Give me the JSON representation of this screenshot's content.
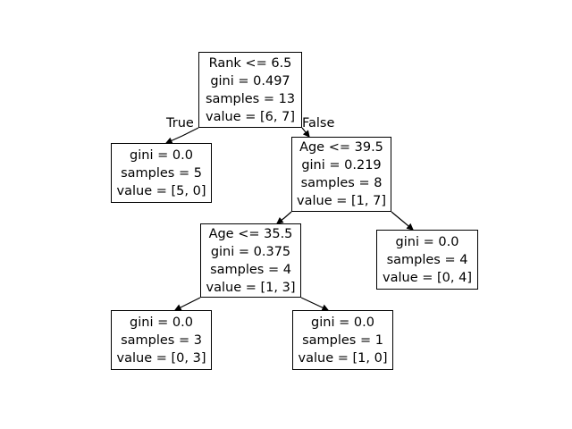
{
  "figure": {
    "type": "decision-tree",
    "background_color": "#ffffff",
    "node_border_color": "#000000",
    "node_fill_color": "#ffffff",
    "text_color": "#000000"
  },
  "edge_labels": {
    "true_label": "True",
    "false_label": "False"
  },
  "chart_data": {
    "type": "diagram",
    "title": "",
    "criterion": "gini",
    "classes": 2,
    "total_samples": 13,
    "features": [
      "Rank",
      "Age"
    ],
    "nodes": [
      {
        "id": "root",
        "kind": "split",
        "condition": "Rank <= 6.5",
        "gini": "gini = 0.497",
        "samples": "samples = 13",
        "value": "value = [6, 7]",
        "gini_value": 0.497,
        "samples_value": 13,
        "value_counts": [
          6,
          7
        ]
      },
      {
        "id": "left",
        "kind": "leaf",
        "condition": "",
        "gini": "gini = 0.0",
        "samples": "samples = 5",
        "value": "value = [5, 0]",
        "gini_value": 0.0,
        "samples_value": 5,
        "value_counts": [
          5,
          0
        ]
      },
      {
        "id": "right",
        "kind": "split",
        "condition": "Age <= 39.5",
        "gini": "gini = 0.219",
        "samples": "samples = 8",
        "value": "value = [1, 7]",
        "gini_value": 0.219,
        "samples_value": 8,
        "value_counts": [
          1,
          7
        ]
      },
      {
        "id": "mid",
        "kind": "split",
        "condition": "Age <= 35.5",
        "gini": "gini = 0.375",
        "samples": "samples = 4",
        "value": "value = [1, 3]",
        "gini_value": 0.375,
        "samples_value": 4,
        "value_counts": [
          1,
          3
        ]
      },
      {
        "id": "rightleaf",
        "kind": "leaf",
        "condition": "",
        "gini": "gini = 0.0",
        "samples": "samples = 4",
        "value": "value = [0, 4]",
        "gini_value": 0.0,
        "samples_value": 4,
        "value_counts": [
          0,
          4
        ]
      },
      {
        "id": "ll",
        "kind": "leaf",
        "condition": "",
        "gini": "gini = 0.0",
        "samples": "samples = 3",
        "value": "value = [0, 3]",
        "gini_value": 0.0,
        "samples_value": 3,
        "value_counts": [
          0,
          3
        ]
      },
      {
        "id": "lr",
        "kind": "leaf",
        "condition": "",
        "gini": "gini = 0.0",
        "samples": "samples = 1",
        "value": "value = [1, 0]",
        "gini_value": 0.0,
        "samples_value": 1,
        "value_counts": [
          1,
          0
        ]
      }
    ],
    "edges": [
      {
        "from": "root",
        "to": "left",
        "label": "True"
      },
      {
        "from": "root",
        "to": "right",
        "label": "False"
      },
      {
        "from": "right",
        "to": "mid",
        "label": ""
      },
      {
        "from": "right",
        "to": "rightleaf",
        "label": ""
      },
      {
        "from": "mid",
        "to": "ll",
        "label": ""
      },
      {
        "from": "mid",
        "to": "lr",
        "label": ""
      }
    ]
  }
}
